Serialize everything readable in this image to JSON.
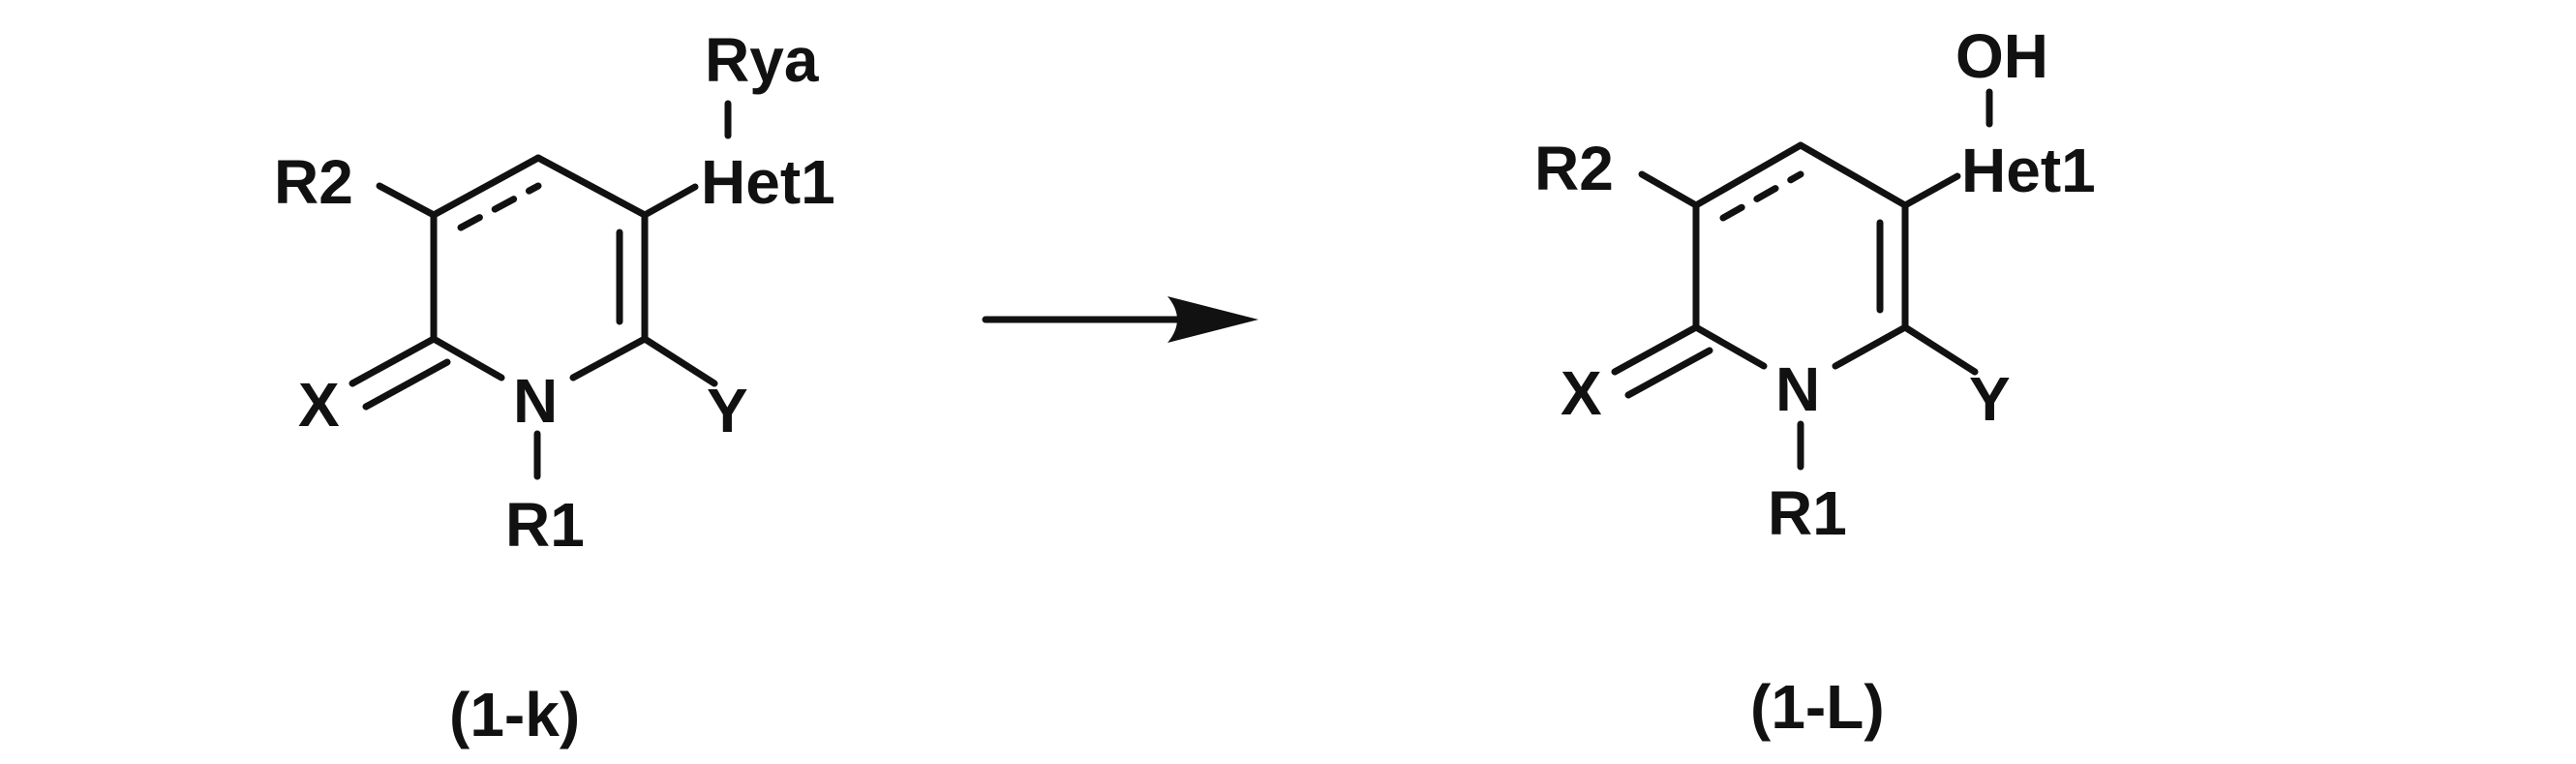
{
  "scheme": {
    "reactant": {
      "caption": "(1-k)",
      "labels": {
        "r2": "R2",
        "rya": "Rya",
        "het1": "Het1",
        "x": "X",
        "n": "N",
        "y": "Y",
        "r1": "R1"
      }
    },
    "product": {
      "caption": "(1-L)",
      "labels": {
        "r2": "R2",
        "oh": "OH",
        "het1": "Het1",
        "x": "X",
        "n": "N",
        "y": "Y",
        "r1": "R1"
      }
    }
  }
}
